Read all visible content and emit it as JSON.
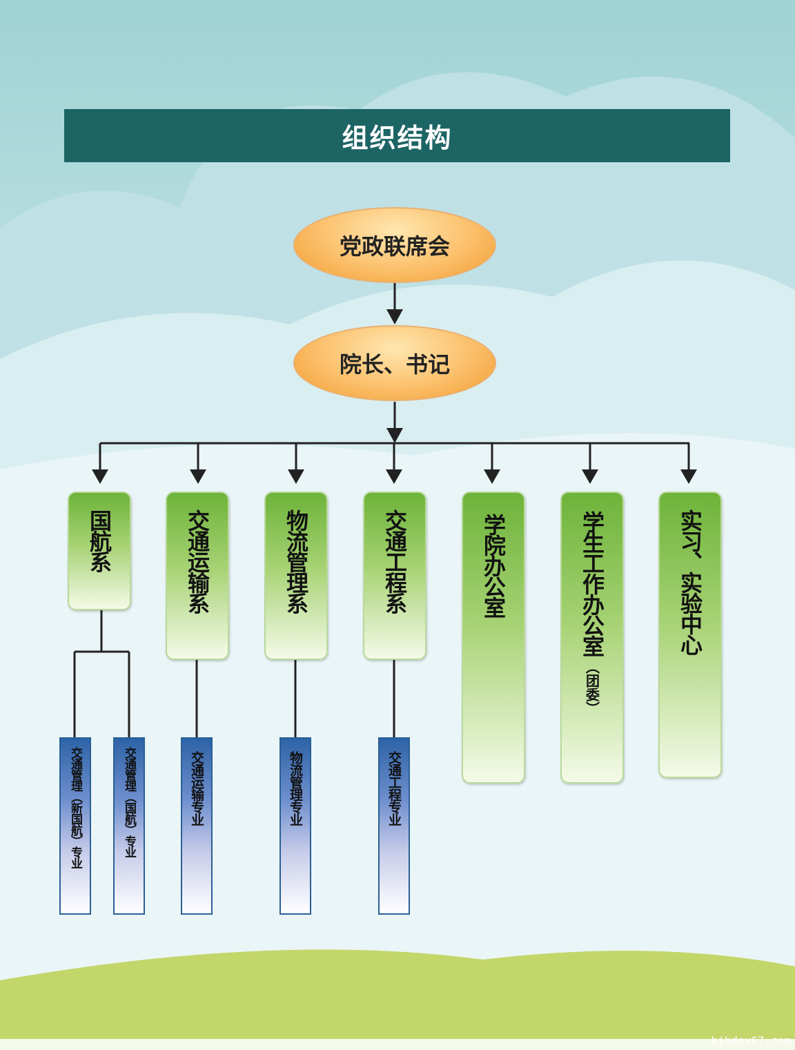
{
  "title": "组织结构",
  "top_nodes": [
    "党政联席会",
    "院长、书记"
  ],
  "departments": [
    {
      "label": "国航系"
    },
    {
      "label": "交通运输系"
    },
    {
      "label": "物流管理系"
    },
    {
      "label": "交通工程系"
    },
    {
      "label": "学院办公室"
    },
    {
      "label": "学生工作办公室",
      "sub": "（团委）"
    },
    {
      "label": "实习、实验中心"
    }
  ],
  "majors": [
    "交通管理（新国航）专业",
    "交通管理（国航）专业",
    "交通运输专业",
    "物流管理专业",
    "交通工程专业"
  ],
  "watermark": "bjhdsx67.com",
  "colors": {
    "title_bg": "#1d6465",
    "ellipse": "#f7ae4a",
    "dept": "#6db33a",
    "major": "#2d63a6"
  }
}
